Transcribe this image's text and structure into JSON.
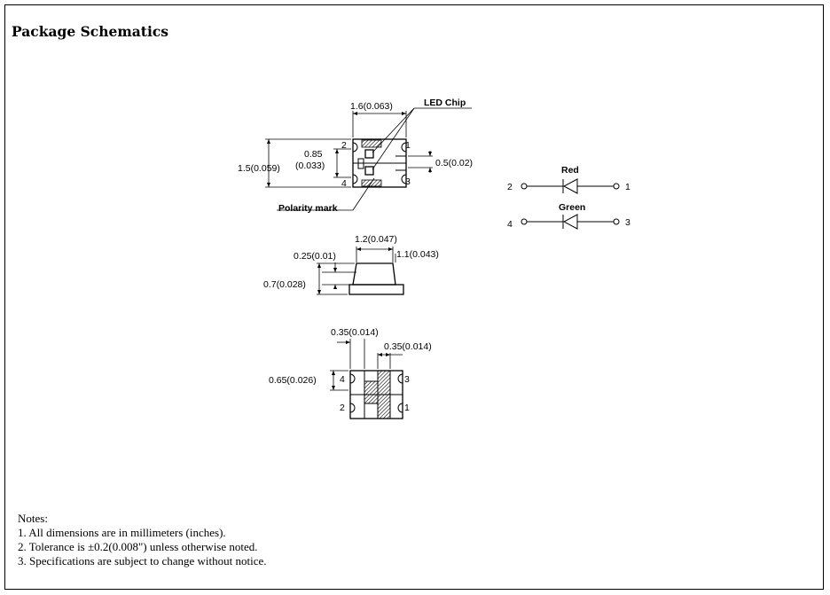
{
  "title": "Package Schematics",
  "top_view": {
    "width_label": "1.6(0.063)",
    "height_label": "1.5(0.059)",
    "chip_spacing_label_line1": "0.85",
    "chip_spacing_label_line2": "(0.033)",
    "pad_label": "0.5(0.02)",
    "led_chip_label": "LED Chip",
    "polarity_label": "Polarity mark",
    "pins": [
      "2",
      "4",
      "1",
      "3"
    ]
  },
  "side_view": {
    "top_label": "1.2(0.047)",
    "base_label": "1.1(0.043)",
    "step_label": "0.25(0.01)",
    "height_label": "0.7(0.028)"
  },
  "bottom_view": {
    "left_label": "0.35(0.014)",
    "right_label": "0.35(0.014)",
    "height_label": "0.65(0.026)",
    "pins": [
      "4",
      "2",
      "3",
      "1"
    ]
  },
  "circuit": {
    "red_label": "Red",
    "green_label": "Green",
    "pins": [
      "2",
      "1",
      "4",
      "3"
    ]
  },
  "notes": {
    "heading": "Notes:",
    "items": [
      "1. All dimensions are in millimeters (inches).",
      "2. Tolerance is ±0.2(0.008\") unless otherwise noted.",
      "3. Specifications are subject to change without notice."
    ]
  }
}
